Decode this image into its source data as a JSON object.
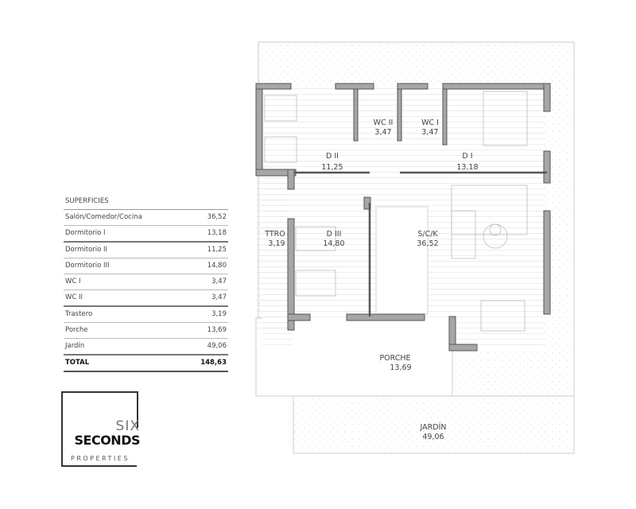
{
  "surface_table": {
    "header": "SUPERFICIES",
    "rows": [
      {
        "label": "Salón/Comedor/Cocina",
        "value": "36,52"
      },
      {
        "label": "Dormitorio I",
        "value": "13,18"
      },
      {
        "label": "Dormitorio II",
        "value": "11,25"
      },
      {
        "label": "Dormitorio III",
        "value": "14,80"
      },
      {
        "label": "WC I",
        "value": "3,47"
      },
      {
        "label": "WC II",
        "value": "3,47"
      },
      {
        "label": "Trastero",
        "value": "3,19"
      },
      {
        "label": "Porche",
        "value": "13,69"
      },
      {
        "label": "Jardín",
        "value": "49,06"
      }
    ],
    "total_label": "TOTAL",
    "total_value": "148,63"
  },
  "logo": {
    "line1": "SIX",
    "line2": "SECONDS",
    "line3": "PROPERTIES"
  },
  "rooms": {
    "wc2": {
      "name": "WC II",
      "area": "3,47"
    },
    "wc1": {
      "name": "WC I",
      "area": "3,47"
    },
    "d2": {
      "name": "D II",
      "area": "11,25"
    },
    "d1": {
      "name": "D I",
      "area": "13,18"
    },
    "ttro": {
      "name": "TTRO",
      "area": "3,19"
    },
    "d3": {
      "name": "D III",
      "area": "14,80"
    },
    "sck": {
      "name": "S/C/K",
      "area": "36,52"
    },
    "porche": {
      "name": "PORCHE",
      "area": "13,69"
    },
    "jardin": {
      "name": "JARDÍN",
      "area": "49,06"
    }
  },
  "colors": {
    "wall": "#a6a6a6",
    "wall_stroke": "#555555",
    "garden_dots": "#cfcfcf"
  }
}
